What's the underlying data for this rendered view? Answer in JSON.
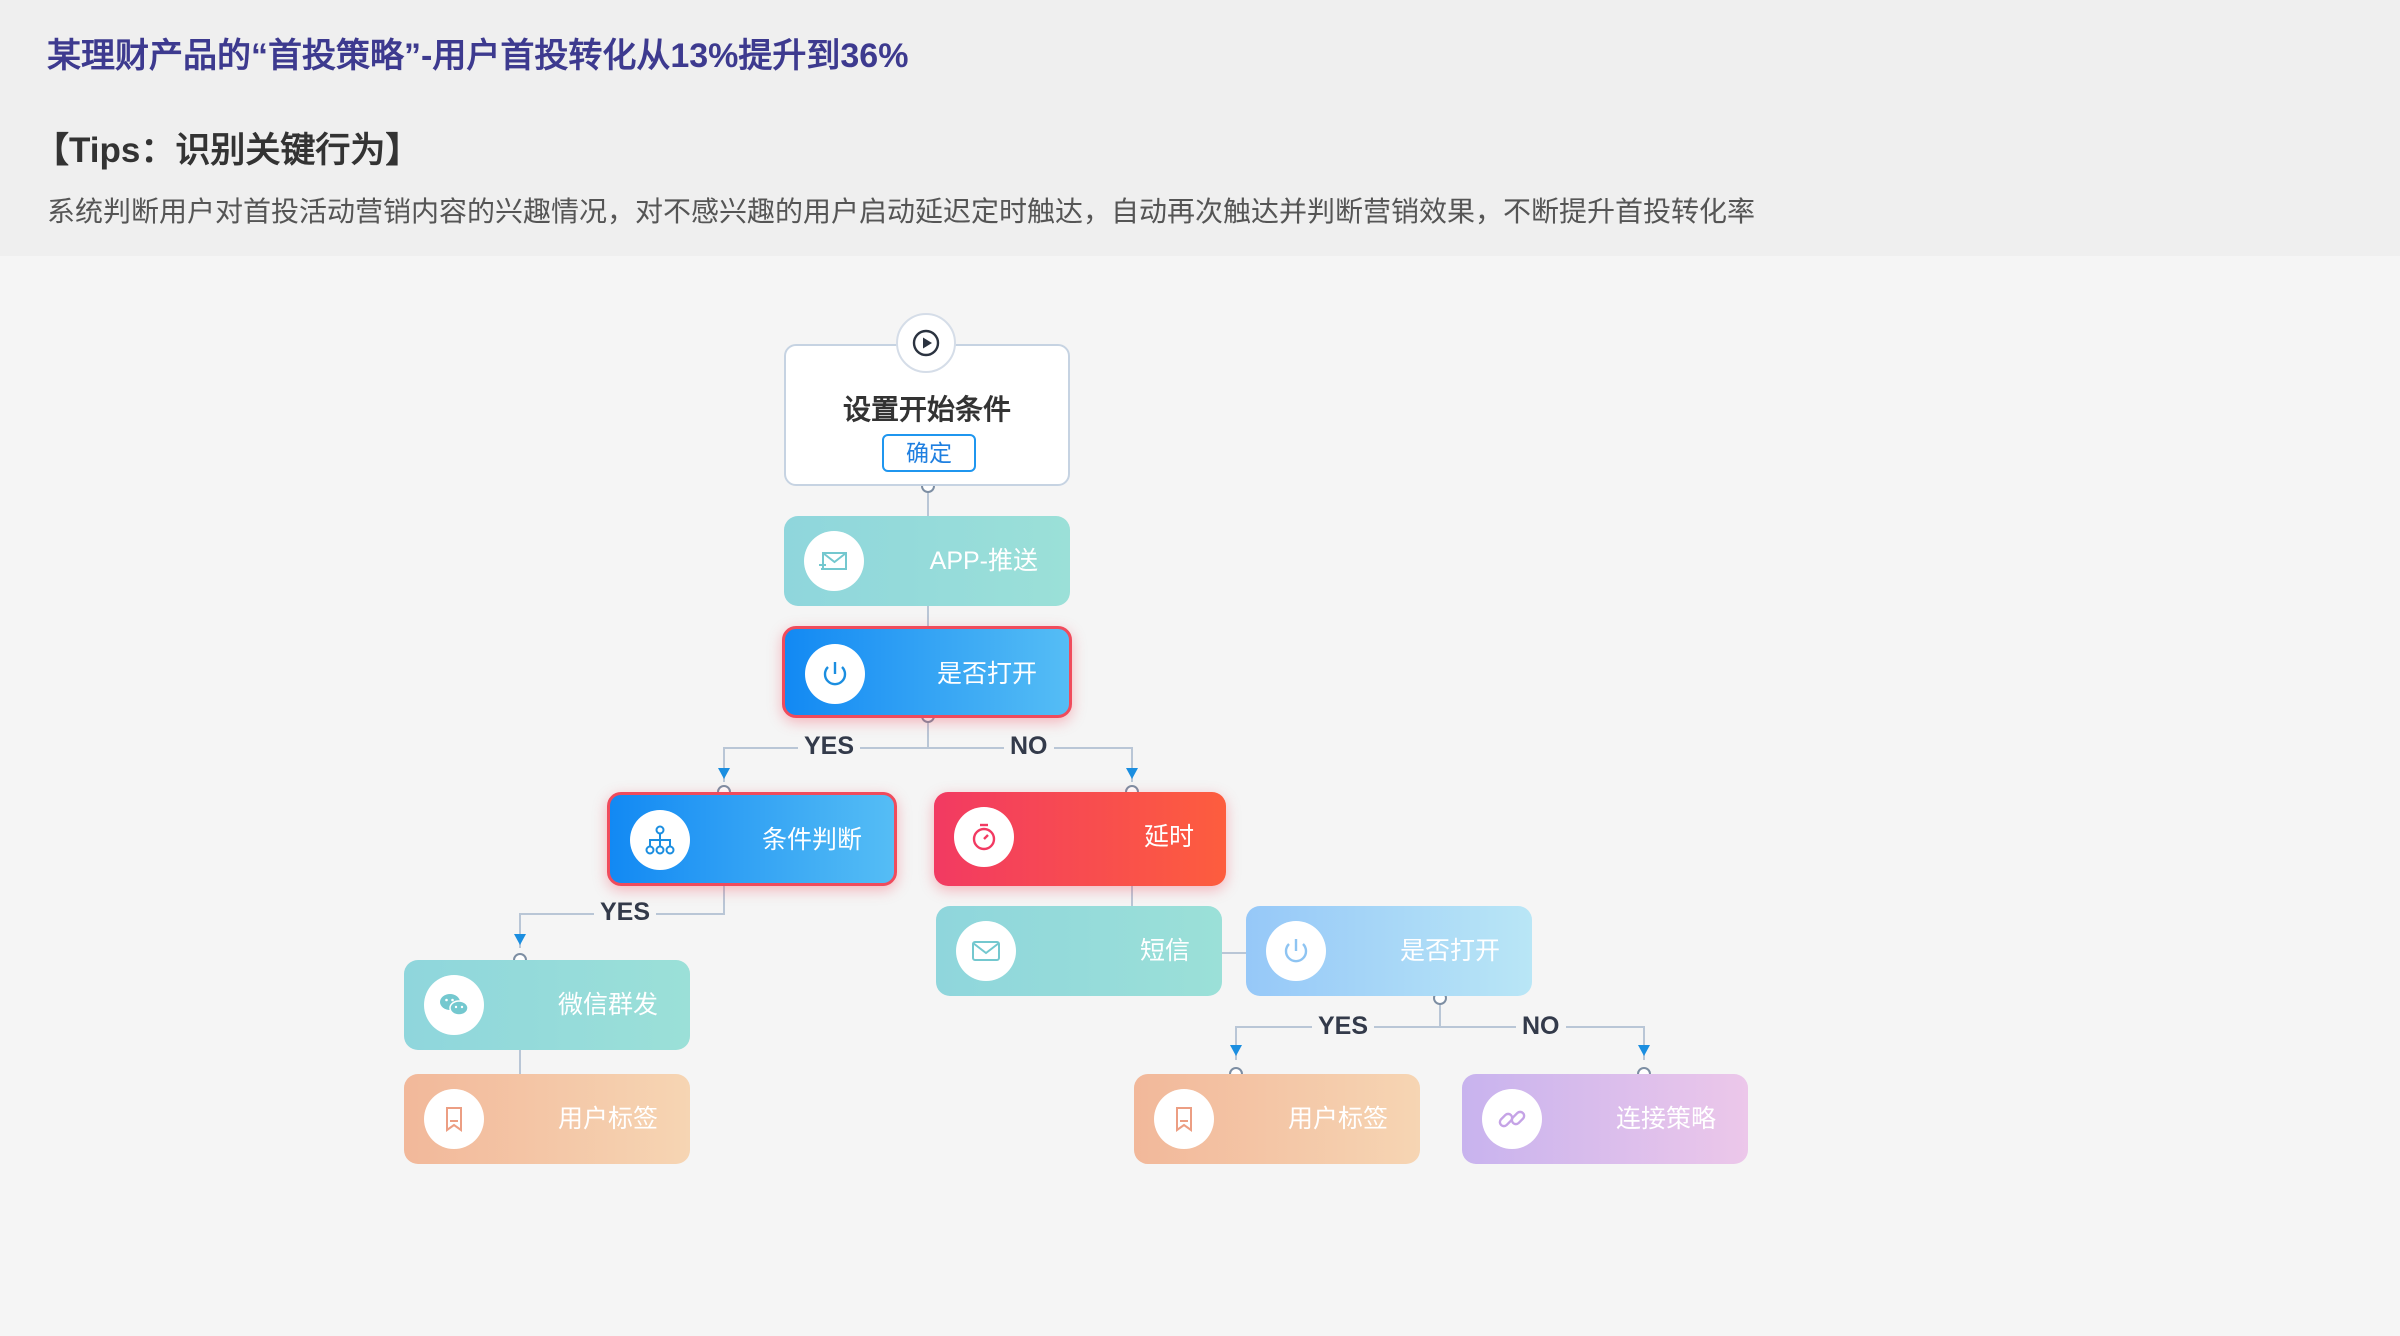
{
  "header": {
    "title": "某理财产品的“首投策略”-用户首投转化从13%提升到36%",
    "tips_heading": "【Tips：识别关键行为】",
    "tips_text": "系统判断用户对首投活动营销内容的兴趣情况，对不感兴趣的用户启动延迟定时触达，自动再次触达并判断营销效果，不断提升首投转化率"
  },
  "flow": {
    "start": {
      "title": "设置开始条件",
      "confirm_label": "确定",
      "icon": "play-icon"
    },
    "nodes": {
      "app_push": {
        "label": "APP-推送",
        "icon": "mail-send-icon"
      },
      "opened_1": {
        "label": "是否打开",
        "icon": "power-icon"
      },
      "condition": {
        "label": "条件判断",
        "icon": "hierarchy-icon"
      },
      "delay": {
        "label": "延时",
        "icon": "stopwatch-icon"
      },
      "wechat_group": {
        "label": "微信群发",
        "icon": "wechat-icon"
      },
      "user_tag_1": {
        "label": "用户标签",
        "icon": "bookmark-icon"
      },
      "sms": {
        "label": "短信",
        "icon": "envelope-icon"
      },
      "opened_2": {
        "label": "是否打开",
        "icon": "power-icon"
      },
      "user_tag_2": {
        "label": "用户标签",
        "icon": "bookmark-icon"
      },
      "link_strategy": {
        "label": "连接策略",
        "icon": "link-icon"
      }
    },
    "branches": {
      "yes_1": "YES",
      "no_1": "NO",
      "yes_2": "YES",
      "yes_3": "YES",
      "no_3": "NO"
    },
    "colors": {
      "connector": "#b9c6d6",
      "arrow": "#1b8ee0",
      "highlight_border": "#f04b5c"
    }
  }
}
